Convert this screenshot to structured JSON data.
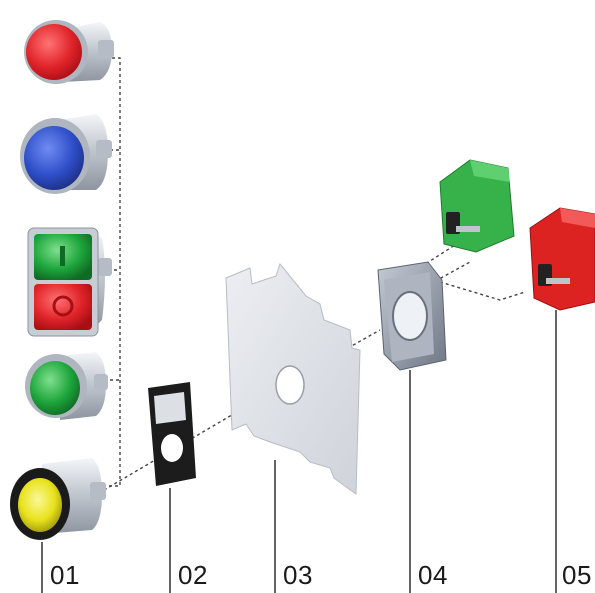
{
  "callouts": [
    {
      "id": "01",
      "label": "01"
    },
    {
      "id": "02",
      "label": "02"
    },
    {
      "id": "03",
      "label": "03"
    },
    {
      "id": "04",
      "label": "04"
    },
    {
      "id": "05",
      "label": "05"
    }
  ],
  "colors": {
    "red_button": "#e0242a",
    "blue_button": "#2f4fc9",
    "green_button": "#1ea53c",
    "yellow_button": "#e8e21a",
    "chrome": "#c9ced6",
    "panel": "#dcdfe5",
    "contact_green": "#37b24a",
    "contact_red": "#dd2222",
    "holder_gray": "#9aa3b1",
    "legend_frame": "#1c1c1c"
  }
}
